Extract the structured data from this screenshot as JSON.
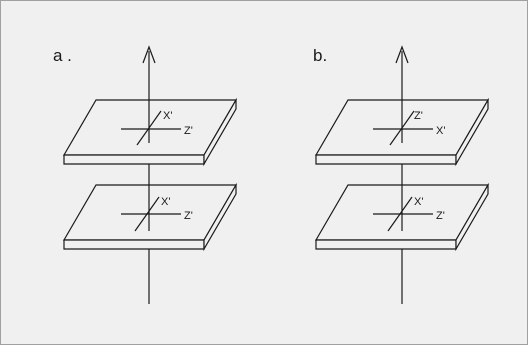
{
  "panels": [
    {
      "label": "a .",
      "upper_plate": {
        "axis1": "X'",
        "axis2": "Z'"
      },
      "lower_plate": {
        "axis1": "X'",
        "axis2": "Z'"
      }
    },
    {
      "label": "b.",
      "upper_plate": {
        "axis1": "Z'",
        "axis2": "X'"
      },
      "lower_plate": {
        "axis1": "X'",
        "axis2": "Z'"
      }
    }
  ],
  "colors": {
    "background": "#f0f0f0",
    "border": "#a0a0a0",
    "plate_face": "#f0f0f0",
    "line": "#1a1a1a"
  }
}
